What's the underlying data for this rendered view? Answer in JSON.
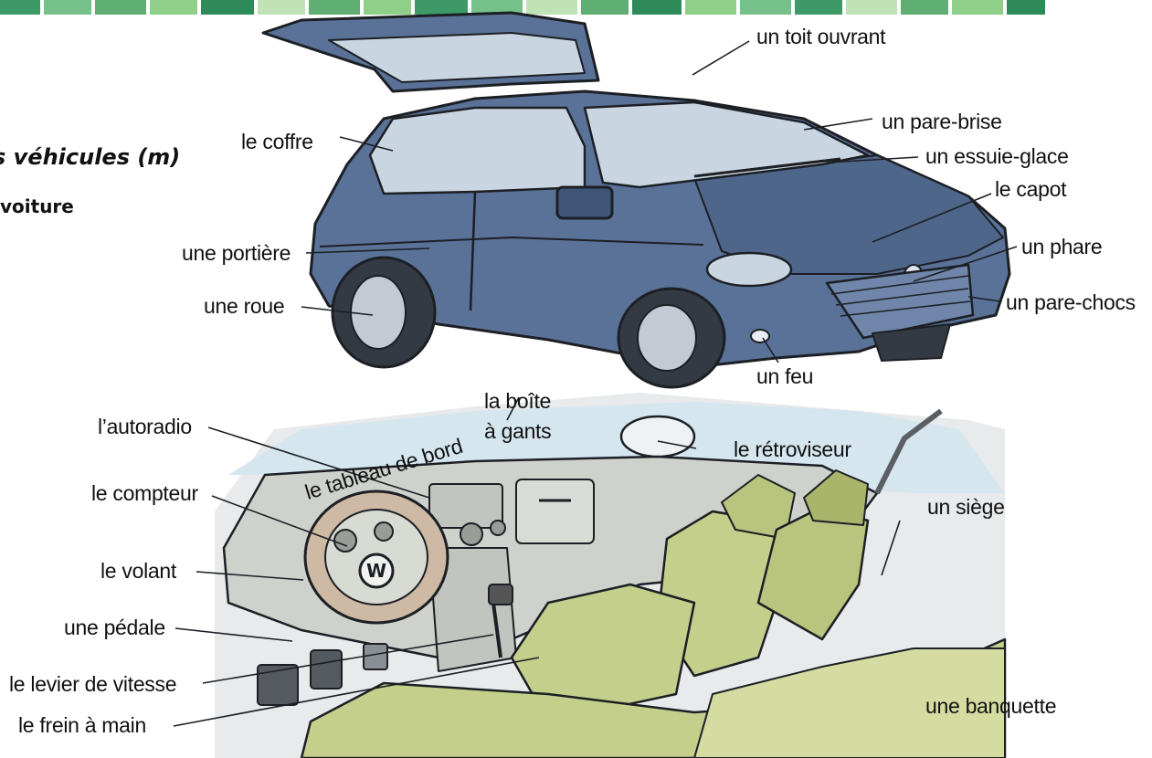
{
  "headings": {
    "section": "s véhicules (m)",
    "subsection": "voiture"
  },
  "exterior_labels": {
    "toit_ouvrant": "un toit ouvrant",
    "pare_brise": "un pare-brise",
    "coffre": "le coffre",
    "essuie_glace": "un essuie-glace",
    "capot": "le capot",
    "portiere": "une portière",
    "phare": "un phare",
    "roue": "une roue",
    "pare_chocs": "un pare-chocs",
    "feu": "un feu"
  },
  "interior_labels": {
    "boite_line1": "la boîte",
    "boite_line2": "à gants",
    "autoradio": "l’autoradio",
    "retroviseur": "le rétroviseur",
    "tableau_de_bord": "le tableau de bord",
    "compteur": "le compteur",
    "siege": "un siège",
    "volant": "le volant",
    "pedale": "une pédale",
    "levier": "le levier de vitesse",
    "frein": "le frein à main",
    "banquette": "une banquette"
  },
  "colors": {
    "car_body": "#5a7298",
    "car_body_dark": "#3f5578",
    "glass": "#c9d6e2",
    "tire": "#343a44",
    "seat": "#c4cf8c",
    "seat_dark": "#a8b46e",
    "dashboard": "#cfd1cd",
    "banner_greens": [
      "#2f8a5a",
      "#5fae72",
      "#8fcf8a",
      "#bfe3b5",
      "#3d9a66",
      "#76c08a"
    ]
  }
}
